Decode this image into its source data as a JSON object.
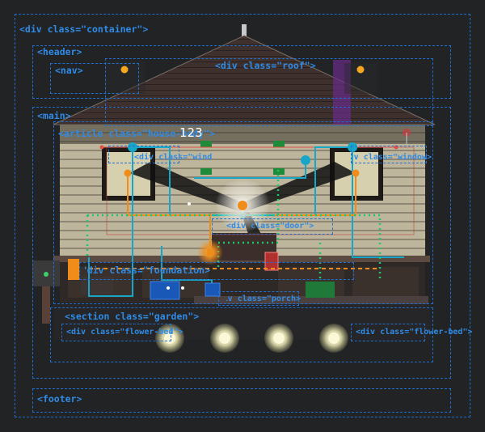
{
  "labels": {
    "container": "<div class=\"container\">",
    "header": "<header>",
    "nav": "<nav>",
    "roof": "<div class=\"roof\">",
    "main": "<main>",
    "article": "<article class=\"house-body\">",
    "window_left": "<div class=\"window\">",
    "window_right": "<div class=\"window\">",
    "door": "<div class=\"door\">",
    "foundation": "<div class=\"foundation\">",
    "porch": "<div class=\"porch\">",
    "garden": "<section class=\"garden\">",
    "flower_bed_left": "<div class=\"flower-bed\">",
    "flower_bed_right": "<div class=\"flower-bed\">",
    "footer": "<footer>"
  },
  "counter": "123",
  "colors": {
    "background": "#222325",
    "outline": "#1f6fd1",
    "label": "#2f8be6",
    "wire_cyan": "#18a6c8",
    "wire_orange": "#f08c1a",
    "wire_green": "#1ec86a",
    "siding": "#c9c1a8",
    "roof_wood": "#3e3230",
    "window_glass": "#d8d2b0",
    "garden_light": "#f4f2c8"
  }
}
